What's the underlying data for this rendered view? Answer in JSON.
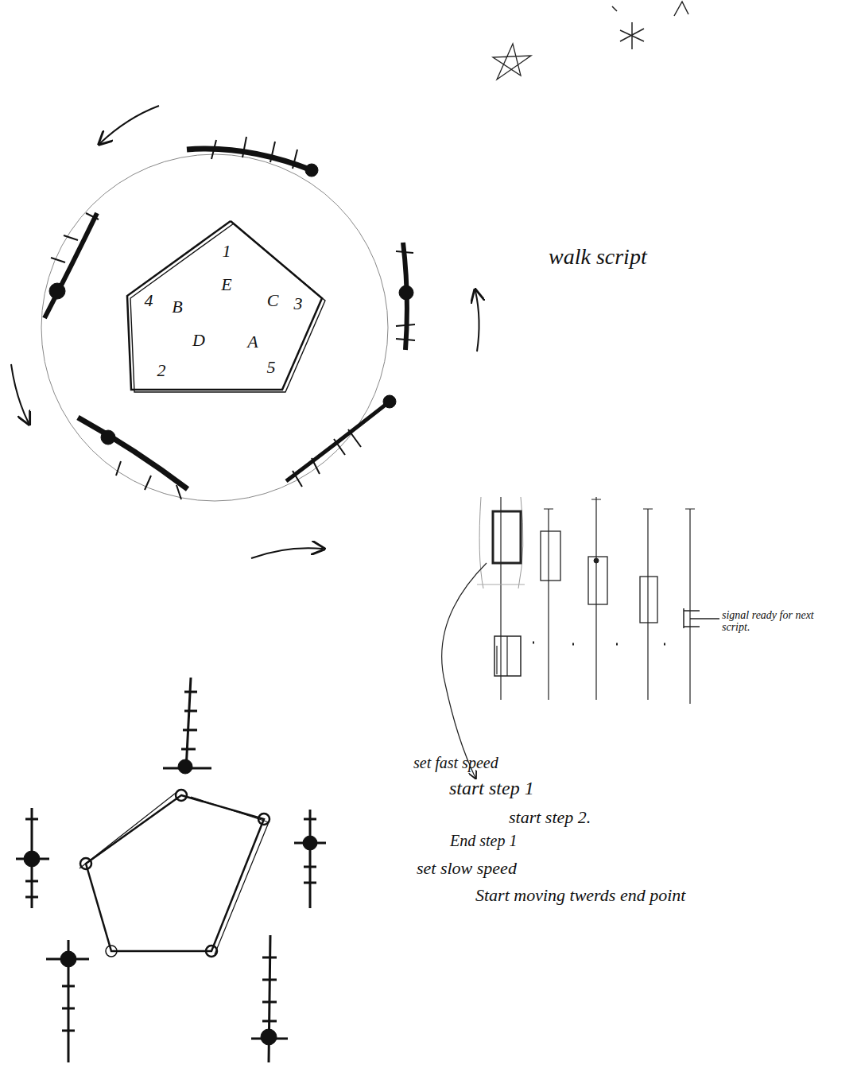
{
  "diagram": {
    "nodes": [
      {
        "text": [
          "1",
          "E",
          "4",
          "B",
          "C",
          "3",
          "D",
          "A",
          "2",
          "5"
        ]
      }
    ],
    "labels": [
      "walk script",
      "signal ready for next script.",
      "set fast speed",
      "start step 1",
      "start step 2.",
      "End step 1",
      "set slow speed",
      "Start moving twerds end point"
    ]
  }
}
